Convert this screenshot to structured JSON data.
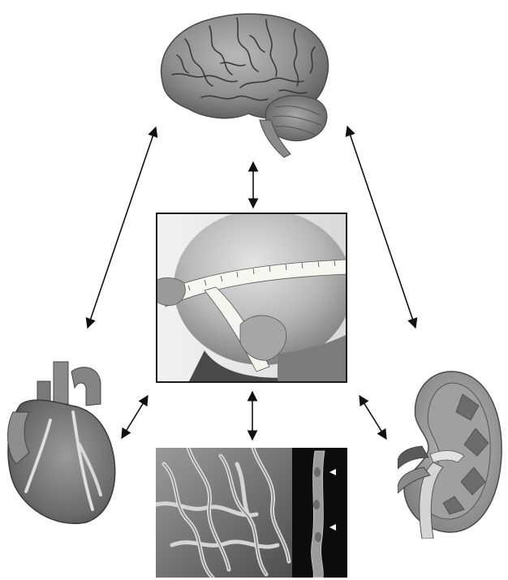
{
  "nodes": {
    "brain": {
      "icon": "brain-icon"
    },
    "obesity": {
      "icon": "tape-measure-icon"
    },
    "heart": {
      "icon": "heart-icon"
    },
    "kidney": {
      "icon": "kidney-icon"
    },
    "vessels": {
      "icon": "blood-vessels-icon"
    }
  },
  "edges": [
    {
      "from": "brain",
      "to": "obesity",
      "direction": "both"
    },
    {
      "from": "brain",
      "to": "heart",
      "direction": "both"
    },
    {
      "from": "brain",
      "to": "kidney",
      "direction": "both"
    },
    {
      "from": "obesity",
      "to": "heart",
      "direction": "both"
    },
    {
      "from": "obesity",
      "to": "kidney",
      "direction": "both"
    },
    {
      "from": "obesity",
      "to": "vessels",
      "direction": "both"
    }
  ],
  "colors": {
    "line": "#111111",
    "frame": "#1a1a1a"
  }
}
